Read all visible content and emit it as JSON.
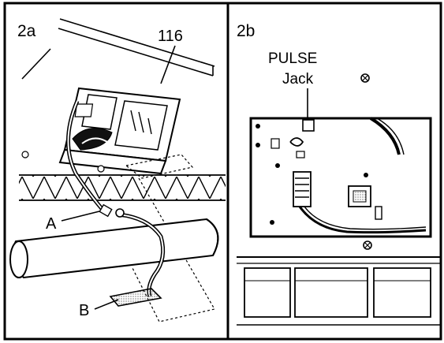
{
  "panels": [
    {
      "id": "2a",
      "title": "2a",
      "callouts": {
        "part_number": "116",
        "a": "A",
        "b": "B"
      }
    },
    {
      "id": "2b",
      "title": "2b",
      "callouts": {
        "jack_line1": "PULSE",
        "jack_line2": "Jack"
      }
    }
  ]
}
